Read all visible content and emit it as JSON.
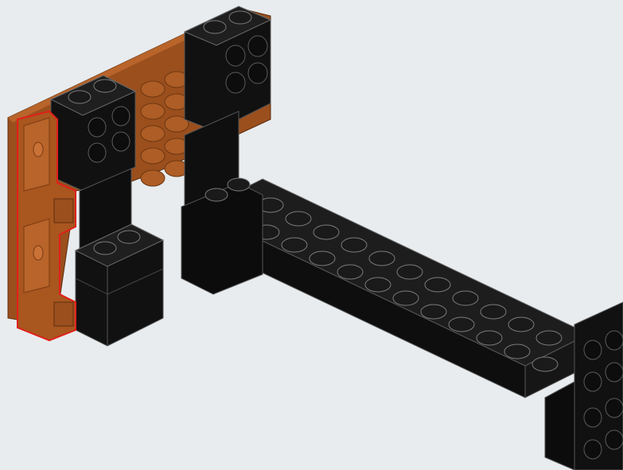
{
  "scene": {
    "subject": "lego-build-instruction-step",
    "colors": {
      "background": "#e8ecef",
      "brick_black": "#111111",
      "brick_black_top": "#1d1d1d",
      "plate_brown": "#9a4f1d",
      "plate_brown_light": "#b8642a",
      "highlight_outline": "#e0201a"
    },
    "pieces": [
      {
        "name": "brown-back-plate",
        "color": "brown"
      },
      {
        "name": "highlighted-brown-bracket",
        "color": "brown",
        "highlighted": true
      },
      {
        "name": "black-brick-upper-left",
        "color": "black"
      },
      {
        "name": "black-brick-lower-left",
        "color": "black"
      },
      {
        "name": "black-brick-upper-center",
        "color": "black"
      },
      {
        "name": "black-long-plate",
        "color": "black"
      },
      {
        "name": "black-brick-right",
        "color": "black"
      }
    ]
  }
}
